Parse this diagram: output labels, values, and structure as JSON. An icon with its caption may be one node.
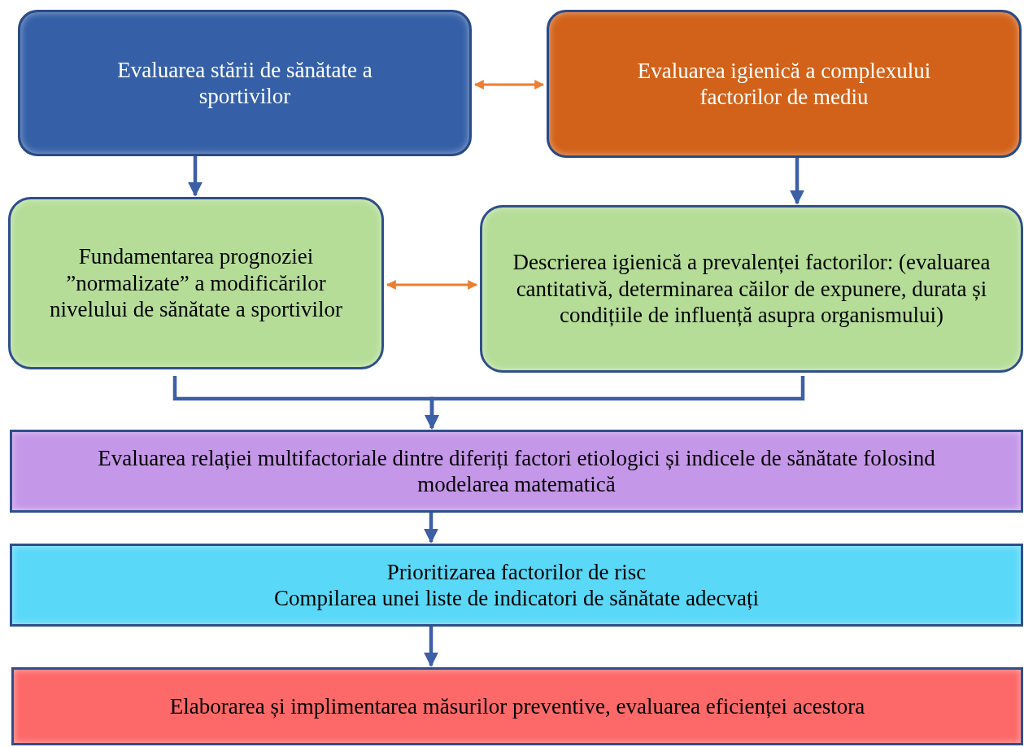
{
  "diagram": {
    "nodes": [
      {
        "text": [
          "Evaluarea stării de sănătate a sportivilor"
        ]
      },
      {
        "text": [
          "Evaluarea igienică a complexului factorilor de mediu"
        ]
      },
      {
        "text": [
          "Fundamentarea prognoziei ”normalizate” a modificărilor nivelului de sănătate a sportivilor"
        ]
      },
      {
        "text": [
          "Descrierea igienică a prevalenței factorilor: (evaluarea cantitativă, determinarea căilor de expunere, durata și condițiile de influență asupra organismului)"
        ]
      },
      {
        "text": [
          "Evaluarea relației multifactoriale dintre diferiți factori etiologici și indicele de sănătate folosind modelarea matematică"
        ]
      },
      {
        "text": [
          "Prioritizarea factorilor de risc",
          "Compilarea unei liste de indicatori de sănătate adecvați"
        ]
      },
      {
        "text": [
          "Elaborarea și implimentarea măsurilor preventive, evaluarea eficienței acestora"
        ]
      }
    ],
    "edges": [
      {
        "from": 0,
        "to": 1,
        "arrow": "both",
        "color": "#ed7d31"
      },
      {
        "from": 0,
        "to": 2,
        "arrow": "to"
      },
      {
        "from": 1,
        "to": 3,
        "arrow": "to"
      },
      {
        "from": 2,
        "to": 3,
        "arrow": "both",
        "color": "#ed7d31"
      },
      {
        "from": 2,
        "to": 4,
        "arrow": "to"
      },
      {
        "from": 3,
        "to": 4,
        "arrow": "to"
      },
      {
        "from": 4,
        "to": 5,
        "arrow": "to"
      },
      {
        "from": 5,
        "to": 6,
        "arrow": "to"
      }
    ]
  }
}
